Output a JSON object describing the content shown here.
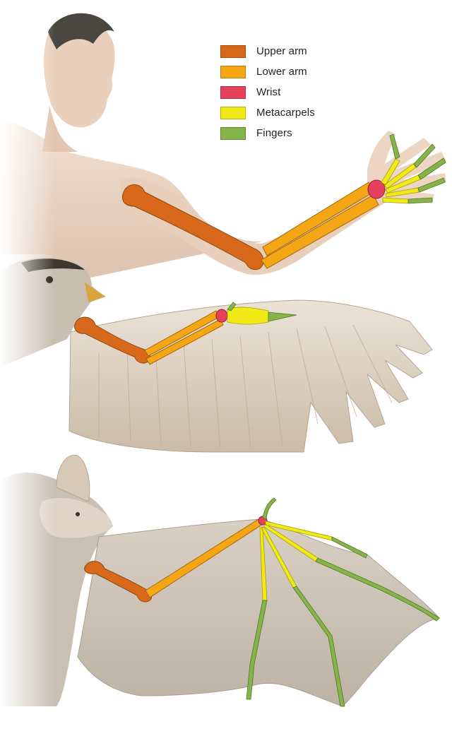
{
  "legend": {
    "items": [
      {
        "label": "Upper arm",
        "color": "#d9691a"
      },
      {
        "label": "Lower arm",
        "color": "#f5a614"
      },
      {
        "label": "Wrist",
        "color": "#e5415c"
      },
      {
        "label": "Metacarpels",
        "color": "#f1ea17"
      },
      {
        "label": "Fingers",
        "color": "#86b34a"
      }
    ]
  },
  "colors": {
    "skin": "#e6cdb9",
    "skin_shadow": "#c7a995",
    "hair": "#4a4743",
    "feather": "#e2d7c8",
    "feather_shade": "#c9b9a6",
    "membrane": "#cdc3b6",
    "membrane_shade": "#b6ab9d",
    "bone_outline": "#8a5a1a",
    "background": "#ffffff"
  },
  "panels": [
    {
      "subject": "human-arm",
      "icon": "human-figure-icon"
    },
    {
      "subject": "bird-wing",
      "icon": "bird-figure-icon"
    },
    {
      "subject": "bat-wing",
      "icon": "bat-figure-icon"
    }
  ]
}
